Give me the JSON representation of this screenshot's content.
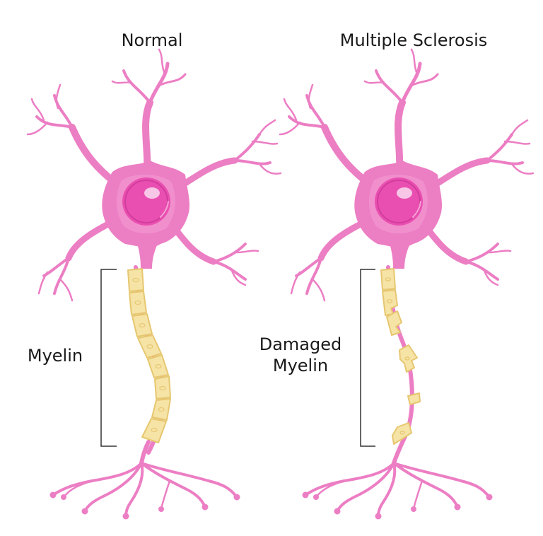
{
  "titles": {
    "normal": "Normal",
    "ms": "Multiple Sclerosis"
  },
  "labels": {
    "myelin": "Myelin",
    "damaged_line1": "Damaged",
    "damaged_line2": "Myelin"
  },
  "colors": {
    "neuron": "#ec7ec4",
    "neuron_light": "#f7a8da",
    "nucleus": "#e94fb0",
    "nucleus_highlight": "#f8c6e6",
    "myelin_fill": "#f6e3a6",
    "myelin_stroke": "#e6c770",
    "bracket": "#333333"
  }
}
